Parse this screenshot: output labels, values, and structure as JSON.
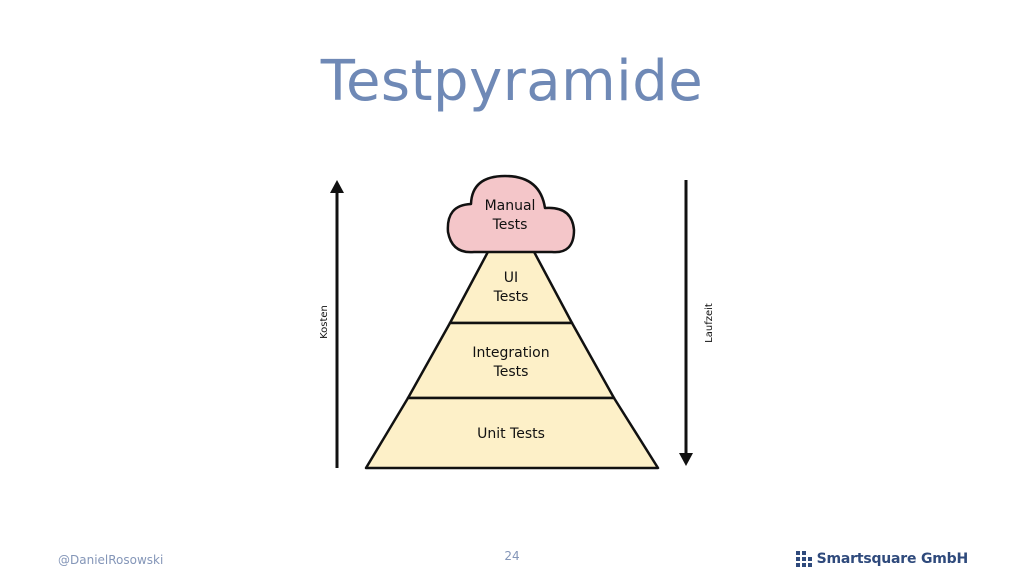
{
  "title": "Testpyramide",
  "colors": {
    "title": "#6f89b6",
    "layer_fill": "#fdf0c8",
    "cloud_fill": "#f4c6c9",
    "stroke": "#111111",
    "footer": "#8496b8",
    "brand": "#2f4a7c"
  },
  "diagram": {
    "cloud_label": [
      "Manual",
      "Tests"
    ],
    "layers": [
      {
        "lines": [
          "UI",
          "Tests"
        ]
      },
      {
        "lines": [
          "Integration",
          "Tests"
        ]
      },
      {
        "lines": [
          "Unit Tests"
        ]
      }
    ],
    "left_axis": {
      "label": "Kosten",
      "direction": "up"
    },
    "right_axis": {
      "label": "Laufzeit",
      "direction": "down"
    }
  },
  "footer": {
    "author": "@DanielRosowski",
    "page_number": "24",
    "company": "Smartsquare GmbH",
    "logo_icon": "smartsquare-logo-icon"
  }
}
